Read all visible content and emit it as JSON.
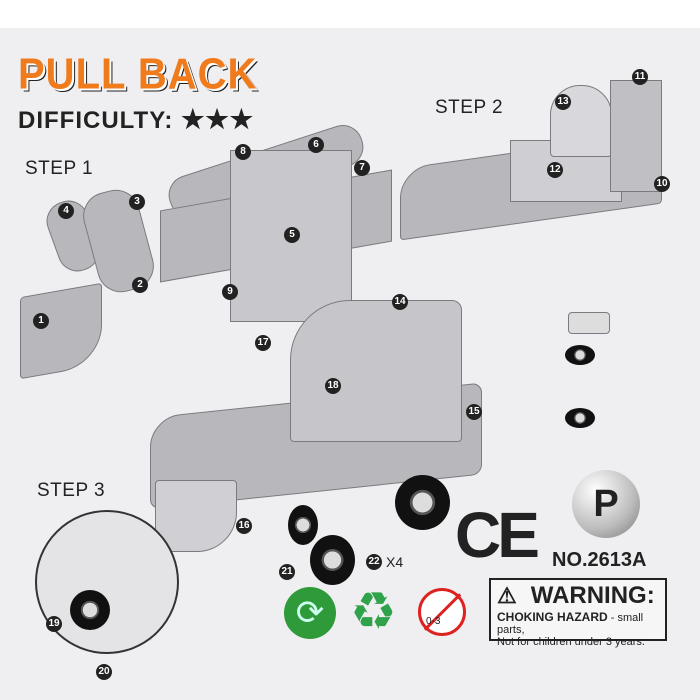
{
  "header": {
    "title": "PULL BACK",
    "difficulty_label": "DIFFICULTY:",
    "difficulty_stars": "★★★",
    "difficulty_rating": 3
  },
  "steps": [
    "STEP 1",
    "STEP 2",
    "STEP 3"
  ],
  "callouts": [
    "1",
    "2",
    "3",
    "4",
    "5",
    "6",
    "7",
    "8",
    "9",
    "10",
    "11",
    "12",
    "13",
    "14",
    "15",
    "16",
    "17",
    "18",
    "19",
    "20",
    "21",
    "22"
  ],
  "wheel_quantity": "X4",
  "certification": {
    "ce_mark": "CE",
    "pullback_badge": "P",
    "model_number": "NO.2613A"
  },
  "age_icon_label": "0-3",
  "warning": {
    "heading": "WARNING:",
    "hazard": "CHOKING HAZARD",
    "hazard_detail": " - small parts,",
    "age_note": "Not for children under 3 years."
  }
}
